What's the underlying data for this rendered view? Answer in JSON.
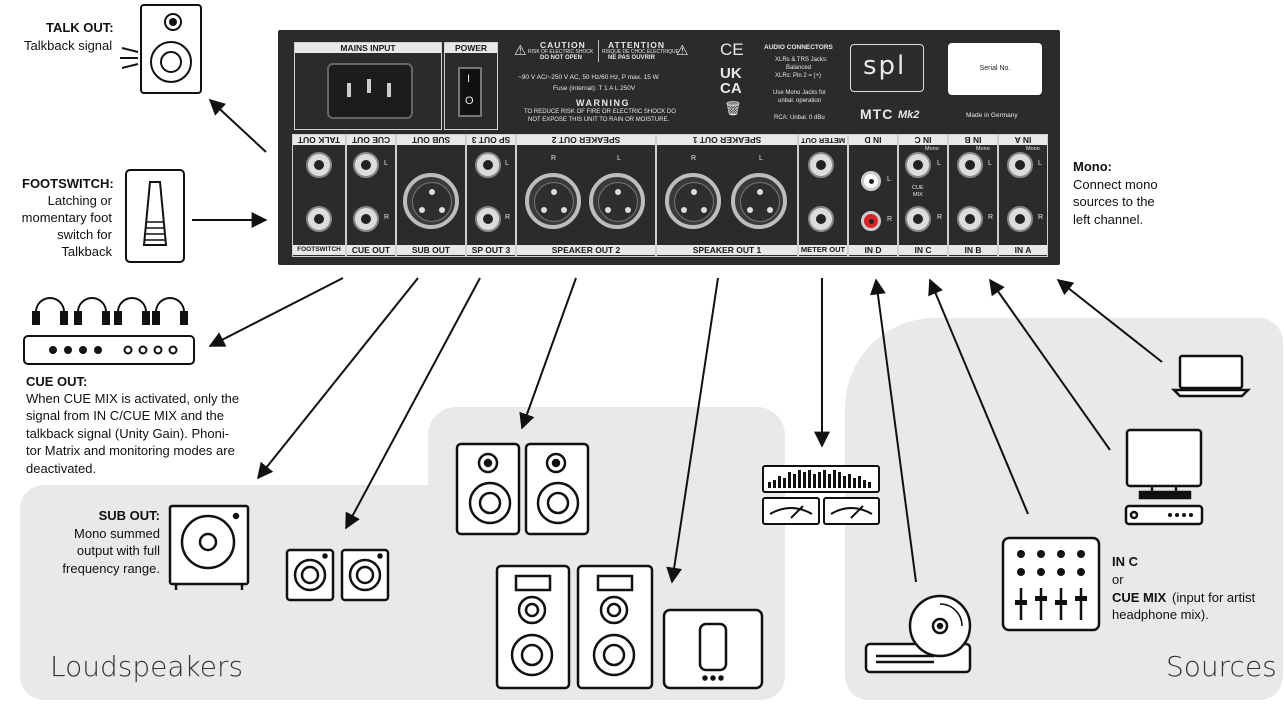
{
  "panel": {
    "mains_input": "MAINS INPUT",
    "power": "POWER",
    "power_on": "I",
    "power_off": "O",
    "caution": "CAUTION",
    "caution_sub1": "RISK OF ELECTRIC SHOCK",
    "caution_sub2": "DO NOT OPEN",
    "attention": "ATTENTION",
    "attention_sub1": "RISQUE DE CHOC ÉLECTRIQUE",
    "attention_sub2": "NE PAS OUVRIR",
    "voltage": "~90 V AC/~250 V AC, 50 Hz/60 Hz, P max. 15 W",
    "fuse": "Fuse (internal): T 1 A L 250V",
    "warning": "WARNING",
    "warning_text1": "TO REDUCE RISK OF FIRE OR ELECTRIC SHOCK DO",
    "warning_text2": "NOT EXPOSE THIS UNIT TO RAIN OR MOISTURE.",
    "ce": "CE",
    "ukca1": "UK",
    "ukca2": "CA",
    "audio_connectors": "AUDIO CONNECTORS",
    "ac_line1": "XLRs & TRS Jacks:",
    "ac_line2": "Balanced",
    "ac_line3": "XLRs: Pin 2 = (+)",
    "ac_line4": "Use Mono Jacks for",
    "ac_line5": "unbal. operation",
    "ac_line6": "RCA: Unbal. 0 dBu",
    "brand": "spl",
    "model": "MTC",
    "model_suffix": "Mk2",
    "serial": "Serial No.",
    "made_in": "Made in Germany",
    "conn_top": [
      "TALK OUT",
      "CUE OUT",
      "SUB OUT",
      "SP OUT 3",
      "SPEAKER OUT 2",
      "SPEAKER OUT 1",
      "METER OUT",
      "IN D",
      "IN C",
      "IN B",
      "IN A"
    ],
    "conn_bottom": [
      "FOOTSWITCH",
      "CUE OUT",
      "SUB OUT",
      "SP OUT 3",
      "SPEAKER OUT 2",
      "SPEAKER OUT 1",
      "METER OUT",
      "IN D",
      "IN C",
      "IN B",
      "IN A"
    ],
    "l": "L",
    "r": "R",
    "mono": "Mono",
    "cue_mix_1": "CUE",
    "cue_mix_2": "MIX"
  },
  "annotations": {
    "talk_out_title": "TALK OUT:",
    "talk_out_text": "Talkback signal",
    "footswitch_title": "FOOTSWITCH:",
    "footswitch_lines": [
      "Latching or",
      "momentary foot",
      "switch for",
      "Talkback"
    ],
    "cue_out_title": "CUE OUT:",
    "cue_out_lines": [
      "When CUE MIX is activated, only the",
      "signal from IN C/CUE MIX and the",
      "talkback signal (Unity Gain). Phoni-",
      "tor Matrix and monitoring modes are",
      "deactivated."
    ],
    "sub_out_title": "SUB OUT:",
    "sub_out_lines": [
      "Mono summed",
      "output with full",
      "frequency range."
    ],
    "mono_title": "Mono:",
    "mono_lines": [
      "Connect mono",
      "sources to the",
      "left channel."
    ],
    "in_c_title": "IN C",
    "in_c_or": "or",
    "cue_mix_title": "CUE MIX",
    "cue_mix_text": "(input for artist",
    "cue_mix_text2": "headphone mix).",
    "loudspeakers": "Loudspeakers",
    "sources": "Sources"
  },
  "icon_names": [
    "talkback-speaker-icon",
    "footswitch-icon",
    "headphone-amp-icon",
    "subwoofer-icon",
    "small-speakers-icon",
    "bookshelf-speakers-icon",
    "floor-speakers-icon",
    "tweeter-icon",
    "level-meter-icon",
    "cd-player-icon",
    "mixer-icon",
    "computer-icon",
    "laptop-icon"
  ]
}
